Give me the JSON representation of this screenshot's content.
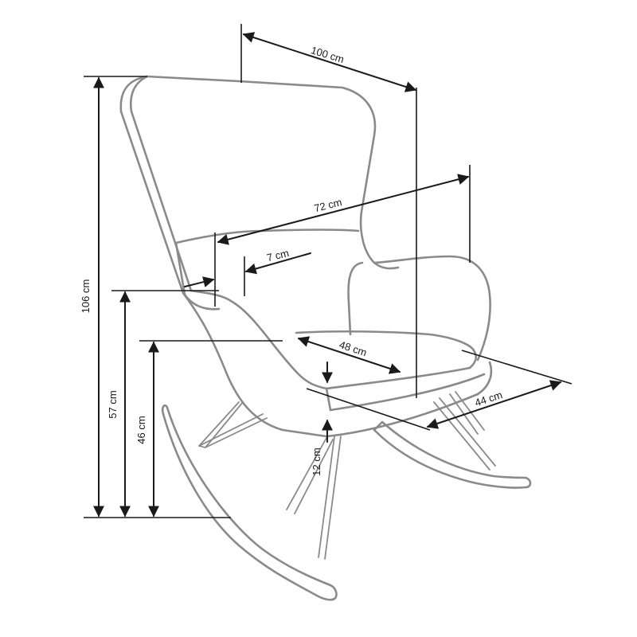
{
  "dimensions": {
    "total_width": "100 cm",
    "arm_width": "72 cm",
    "armrest_width": "7 cm",
    "total_height": "106 cm",
    "armrest_height": "57 cm",
    "seat_height": "46 cm",
    "seat_width": "48 cm",
    "seat_depth": "44 cm",
    "seat_thickness": "12 cm"
  },
  "colors": {
    "outline": "#8a8a8a",
    "dimension_line": "#1a1a1a"
  }
}
